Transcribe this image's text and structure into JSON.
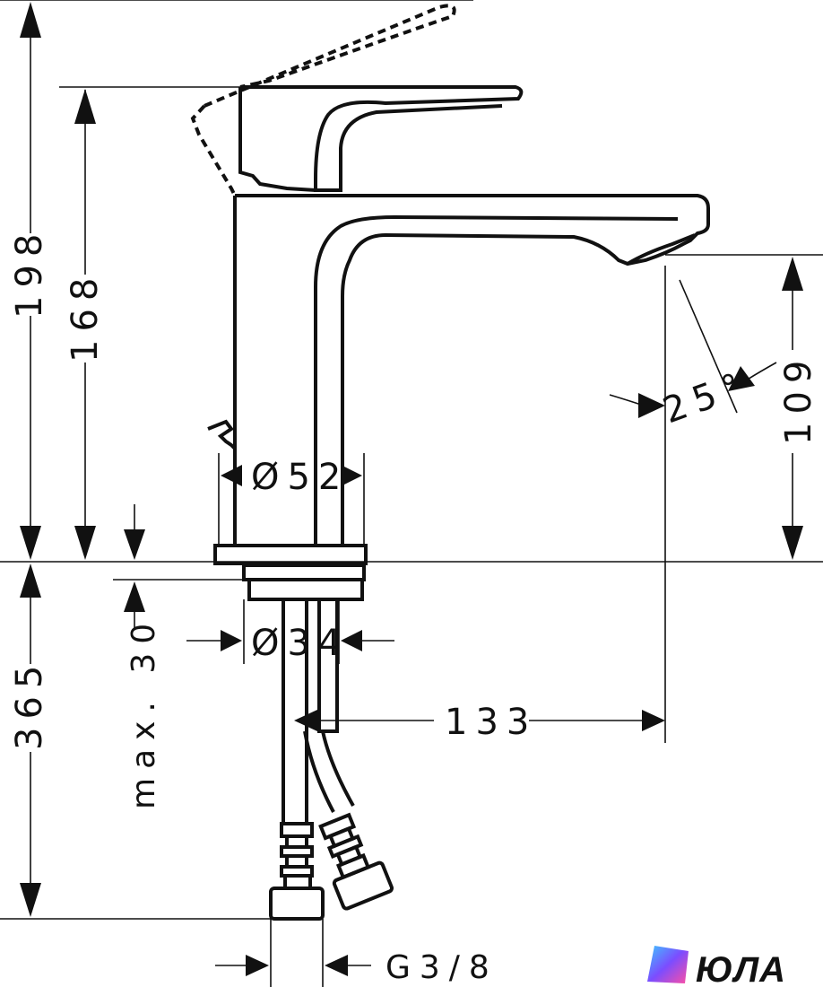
{
  "dimensions": {
    "total_height": "198",
    "lever_height": "168",
    "spout_clearance": "109",
    "spray_angle": "25°",
    "body_diameter": "Ø52",
    "shank_diameter": "Ø34",
    "below_deck": "365",
    "max_thickness": "max. 30",
    "projection": "133",
    "connection": "G3/8"
  },
  "brand": {
    "name": "ЮЛА",
    "gradient": [
      "#7b4dff",
      "#3fc6ff",
      "#ff4fa3"
    ]
  }
}
